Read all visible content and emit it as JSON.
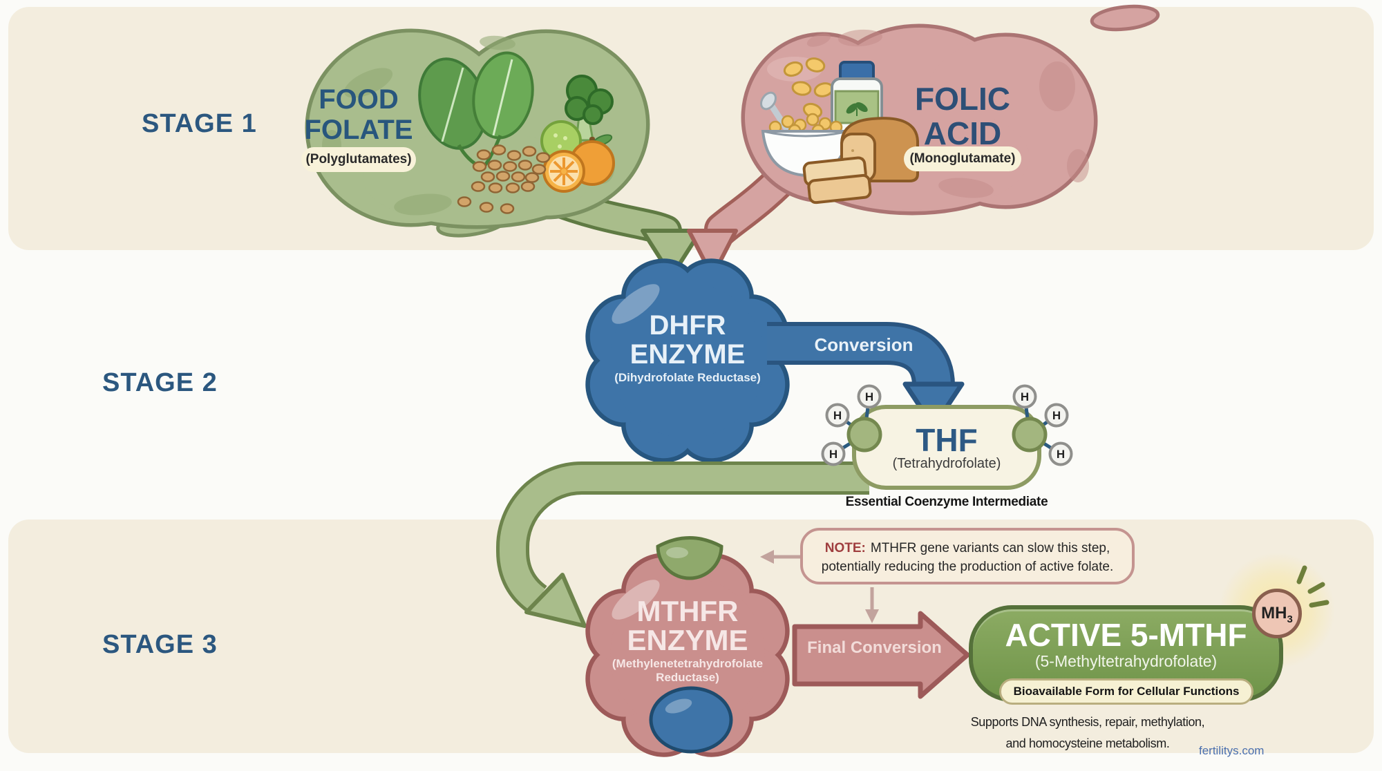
{
  "stages": {
    "s1": "STAGE 1",
    "s2": "STAGE 2",
    "s3": "STAGE 3"
  },
  "stage1": {
    "food_folate": {
      "line1": "FOOD",
      "line2": "FOLATE",
      "tag": "(Polyglutamates)"
    },
    "folic_acid": {
      "line1": "FOLIC",
      "line2": "ACID",
      "tag": "(Monoglutamate)"
    }
  },
  "stage2": {
    "dhfr_line1": "DHFR",
    "dhfr_line2": "ENZYME",
    "dhfr_sub": "(Dihydrofolate Reductase)",
    "conversion": "Conversion",
    "thf": "THF",
    "thf_sub": "(Tetrahydrofolate)",
    "thf_caption": "Essential Coenzyme Intermediate",
    "h": "H"
  },
  "stage3": {
    "mthfr_line1": "MTHFR",
    "mthfr_line2": "ENZYME",
    "mthfr_sub1": "(Methylenetetrahydrofolate",
    "mthfr_sub2": "Reductase)",
    "note_prefix": "NOTE:",
    "note_line1": "MTHFR gene variants can slow this step,",
    "note_line2": "potentially reducing the production of active folate.",
    "final_conversion": "Final Conversion",
    "active_title": "ACTIVE 5-MTHF",
    "active_sub": "(5-Methyltetrahydrofolate)",
    "bio_tag": "Bioavailable Form for Cellular Functions",
    "badge_main": "MH",
    "badge_sub": "3",
    "supports_line1": "Supports DNA synthesis, repair, methylation,",
    "supports_line2": "and homocysteine metabolism."
  },
  "watermark": "fertilitys.com",
  "colors": {
    "band": "#f3edde",
    "stage_label": "#2b577f",
    "food_folate_fill": "#a9bd8d",
    "food_folate_border": "#7b9161",
    "folic_acid_fill": "#d5a3a1",
    "folic_acid_border": "#ab7473",
    "enzyme_blue": "#3e74a8",
    "enzyme_blue_border": "#27567f",
    "enzyme_rose": "#ca8f8d",
    "enzyme_rose_border": "#9d5a59",
    "thf_fill": "#f7f3e3",
    "thf_border": "#8d9b63",
    "active_green": "#7fa358",
    "active_border": "#55713a",
    "note_red": "#9f3d3e",
    "cream_pill": "#f8f2d9",
    "text_dark": "#1c1c1c",
    "watermark_blue": "#4a6fae"
  }
}
